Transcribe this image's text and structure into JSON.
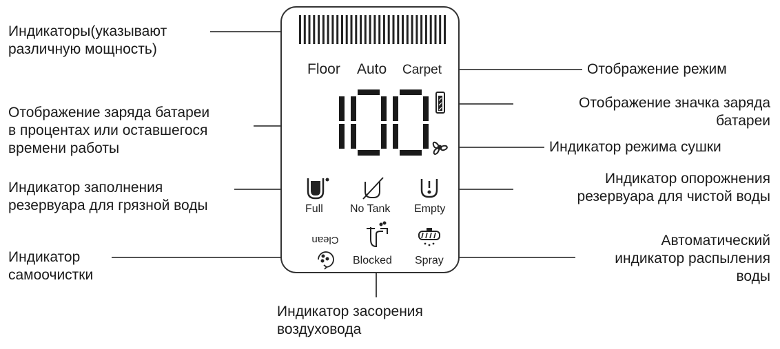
{
  "panel": {
    "modes": [
      "Floor",
      "Auto",
      "Carpet"
    ],
    "battery_digits": "100",
    "status_labels": {
      "full": "Full",
      "no_tank": "No Tank",
      "empty": "Empty",
      "clean": "Clean",
      "blocked": "Blocked",
      "spray": "Spray"
    }
  },
  "callouts": {
    "power_indicators": [
      "Индикаторы(указывают",
      "различную мощность)"
    ],
    "battery_percent": [
      "Отображение заряда батареи",
      "в процентах или оставшегося",
      "времени работы"
    ],
    "dirty_tank": [
      "Индикатор заполнения",
      "резервуара для грязной воды"
    ],
    "self_clean": [
      "Индикатор",
      "самоочистки"
    ],
    "mode_display": [
      "Отображение режим"
    ],
    "battery_icon": [
      "Отображение значка заряда",
      "батареи"
    ],
    "drying_mode": [
      "Индикатор режима сушки"
    ],
    "clean_tank": [
      "Индикатор опорожнения",
      "резервуара для чистой воды"
    ],
    "spray": [
      "Автоматический",
      "индикатор распыления",
      "воды"
    ],
    "duct_blocked": [
      "Индикатор засорения",
      "воздуховода"
    ]
  },
  "colors": {
    "ink": "#1a1a1a",
    "panel_border": "#333333",
    "background": "#ffffff"
  }
}
